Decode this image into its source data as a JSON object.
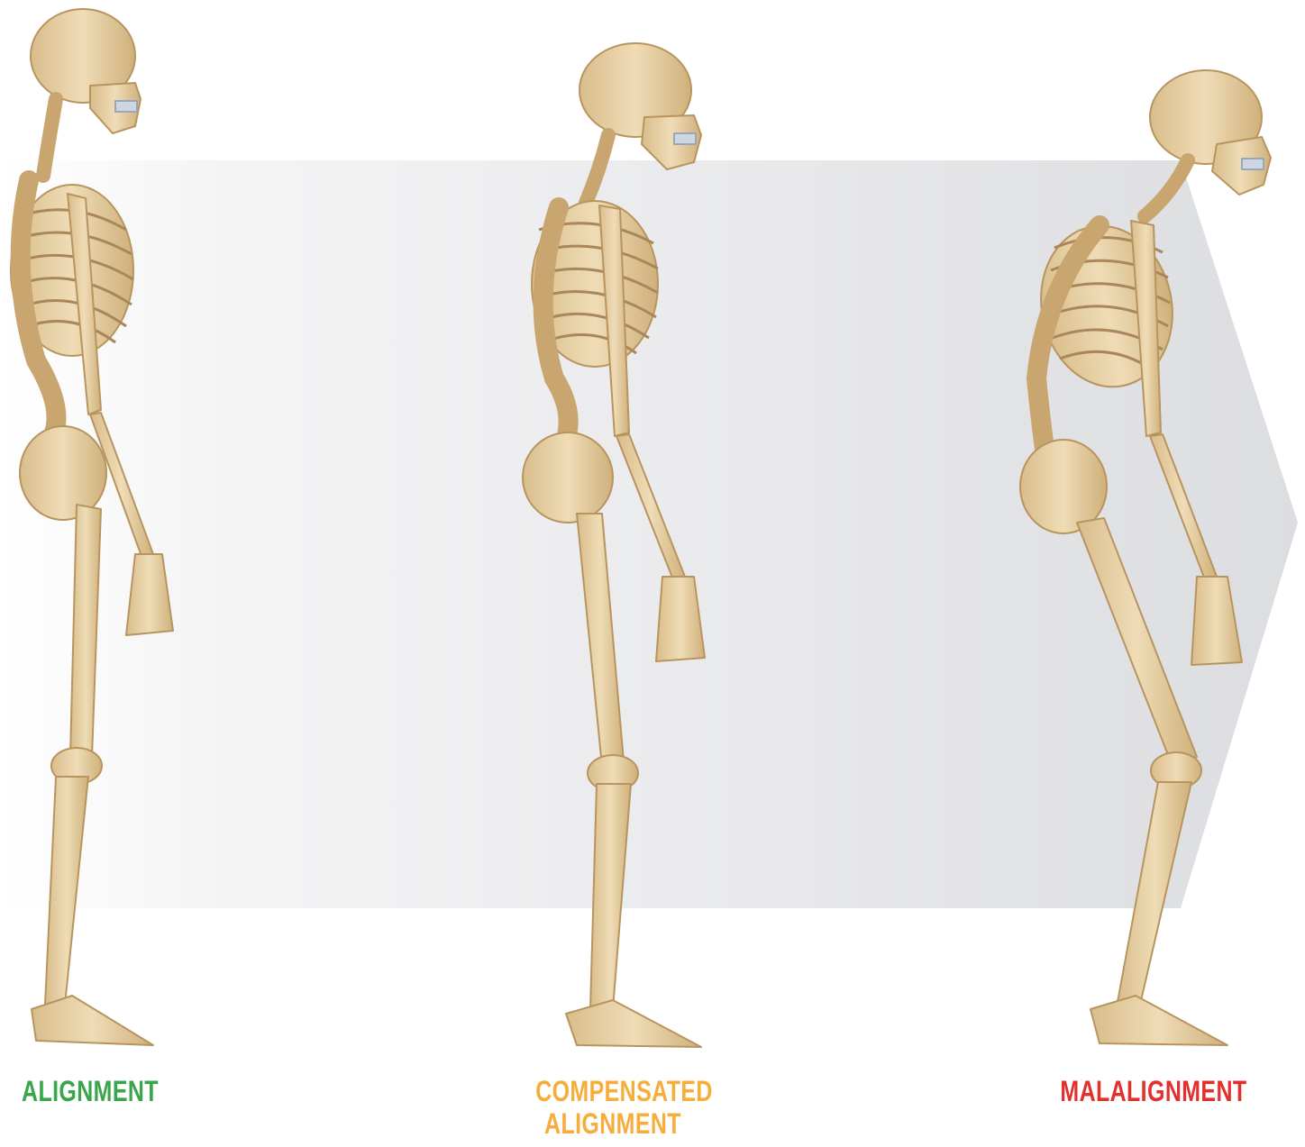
{
  "labels": {
    "alignment": "ALIGNMENT",
    "compensated_line1": "COMPENSATED",
    "compensated_line2": "ALIGNMENT",
    "malalignment": "MALALIGNMENT"
  },
  "colors": {
    "alignment": "#3aa64a",
    "compensated": "#f6ad3b",
    "malalignment": "#e2312d",
    "arrow_light": "#fbfbfc",
    "arrow_dark": "#dcdde0",
    "bone": "#e6cfa2",
    "bone_shade": "#c8a774",
    "cartilage": "#b7c4d8"
  },
  "figures": [
    {
      "name": "alignment-skeleton",
      "posture": "upright"
    },
    {
      "name": "compensated-skeleton",
      "posture": "slightly-flexed"
    },
    {
      "name": "malalignment-skeleton",
      "posture": "stooped"
    }
  ]
}
